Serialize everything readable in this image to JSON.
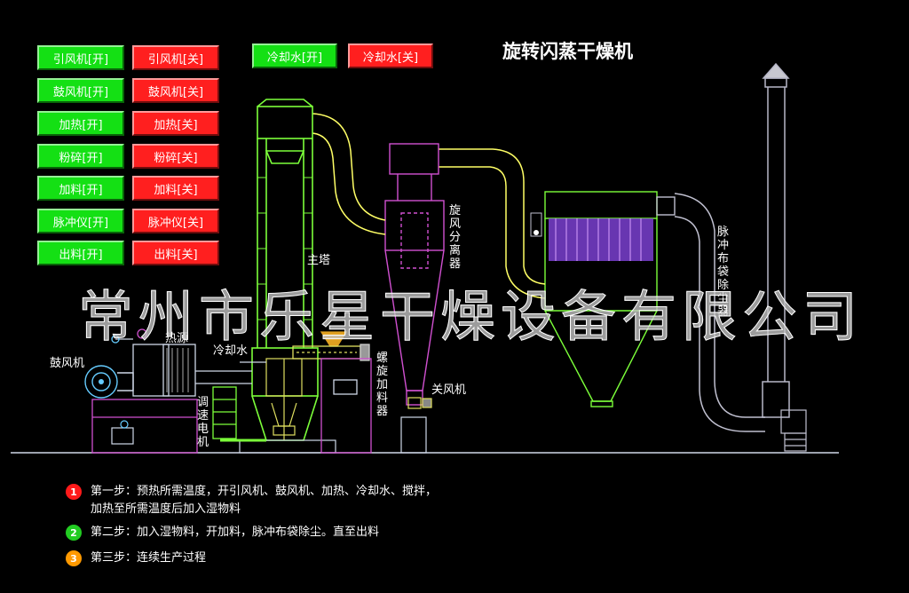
{
  "title": "旋转闪蒸干燥机",
  "controls": [
    {
      "on": "引风机[开]",
      "off": "引风机[关]"
    },
    {
      "on": "鼓风机[开]",
      "off": "鼓风机[关]"
    },
    {
      "on": "加热[开]",
      "off": "加热[关]"
    },
    {
      "on": "粉碎[开]",
      "off": "粉碎[关]"
    },
    {
      "on": "加料[开]",
      "off": "加料[关]"
    },
    {
      "on": "脉冲仪[开]",
      "off": "脉冲仪[关]"
    },
    {
      "on": "出料[开]",
      "off": "出料[关]"
    }
  ],
  "cooling": {
    "on": "冷却水[开]",
    "off": "冷却水[关]"
  },
  "labels": {
    "main_tower": "主塔",
    "heat_source": "热源",
    "blower": "鼓风机",
    "cooling_water": "冷却水",
    "speed_motor": "调速电机",
    "screw_feeder": "螺旋加料器",
    "cyclone": "旋风分离器",
    "closing_fan": "关风机",
    "bag_filter": "脉冲布袋除尘器"
  },
  "watermark": "常州市乐星干燥设备有限公司",
  "steps": [
    {
      "num": "1",
      "color": "#ff1a1a",
      "text": "第一步：预热所需温度，开引风机、鼓风机、加热、冷却水、搅拌，",
      "text2": "加热至所需温度后加入湿物料"
    },
    {
      "num": "2",
      "color": "#22cc22",
      "text": "第二步：加入湿物料，开加料，脉冲布袋除尘。直至出料",
      "text2": ""
    },
    {
      "num": "3",
      "color": "#ff9900",
      "text": "第三步：连续生产过程",
      "text2": ""
    }
  ],
  "colors": {
    "on": "#14e014",
    "off": "#ff1f1f",
    "pipe": "#ffff66",
    "tower": "#7cff3a",
    "equip": "#d050d0"
  }
}
